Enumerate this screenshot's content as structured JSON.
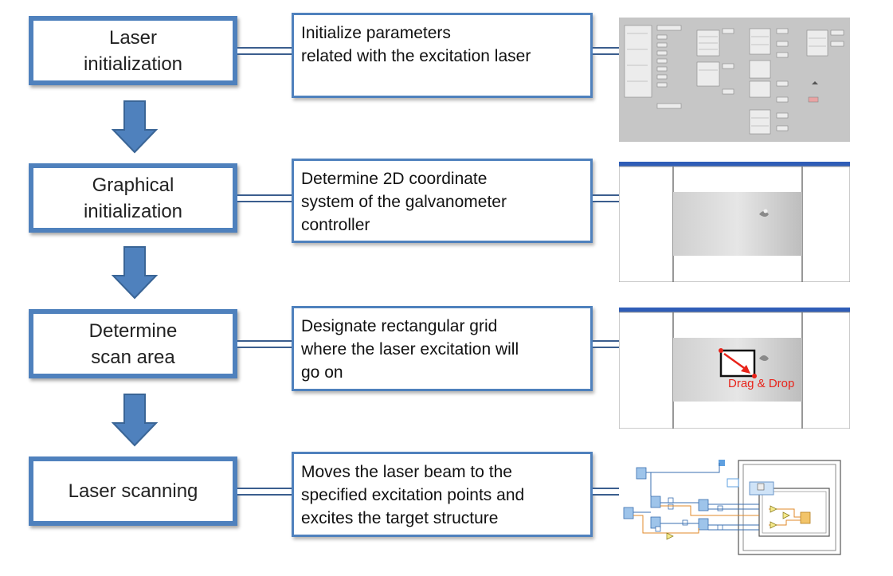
{
  "steps": [
    {
      "label": "Laser\ninitialization",
      "description": "Initialize parameters\nrelated with the excitation laser"
    },
    {
      "label": "Graphical\ninitialization",
      "description": "Determine 2D coordinate\nsystem of the galvanometer\ncontroller"
    },
    {
      "label": "Determine\nscan area",
      "description": "Designate rectangular grid\nwhere the laser excitation will\ngo on"
    },
    {
      "label": "Laser scanning",
      "description": "Moves the laser beam to the\nspecified excitation points and\nexcites the target structure"
    }
  ],
  "scan_area_annotation": "Drag & Drop",
  "colors": {
    "box_border": "#4f81bd",
    "arrow_fill": "#4f81bd",
    "annotation_red": "#e8231a"
  }
}
